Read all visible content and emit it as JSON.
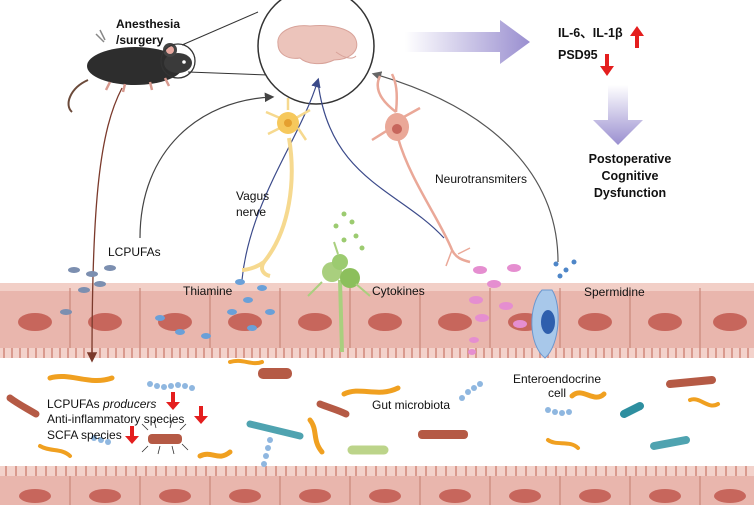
{
  "labels": {
    "anesthesia_line1": "Anesthesia",
    "anesthesia_line2": "/surgery",
    "il_markers": "IL-6、IL-1β",
    "psd95": "PSD95",
    "pocd_line1": "Postoperative",
    "pocd_line2": "Cognitive",
    "pocd_line3": "Dysfunction",
    "vagus_line1": "Vagus",
    "vagus_line2": "nerve",
    "neurotransmitters": "Neurotransmiters",
    "lcpufas": "LCPUFAs",
    "thiamine": "Thiamine",
    "cytokines": "Cytokines",
    "spermidine": "Spermidine",
    "enteroendocrine_line1": "Enteroendocrine",
    "enteroendocrine_line2": "cell",
    "gut_microbiota": "Gut microbiota",
    "lcpufas_producers_prefix": "LCPUFAs",
    "lcpufas_producers_suffix": "producers",
    "anti_inflammatory": "Anti-inflammatory species",
    "scfa": "SCFA species"
  },
  "colors": {
    "up_arrow": "#e41e1e",
    "down_arrow": "#e41e1e",
    "big_arrow": "#9a8fd0",
    "epithelium": "#e9b6ad",
    "nucleus": "#c7665c",
    "vagus_nerve": "#f6d98f",
    "neuron": "#eaa898",
    "gut_path_line": "#7b4a3c"
  },
  "icons": [
    "mouse-icon",
    "brain-icon",
    "vagus-neuron-icon",
    "cortical-neuron-icon",
    "enteroendocrine-cell-icon",
    "bacteria-icon"
  ]
}
